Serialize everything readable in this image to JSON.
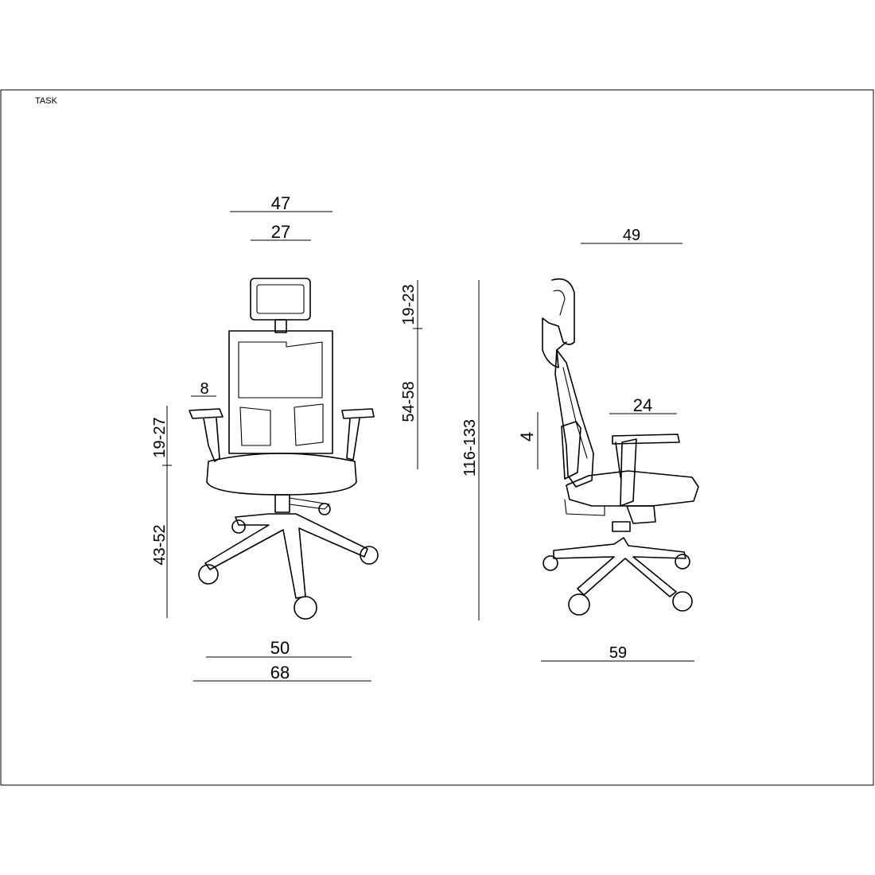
{
  "sheet": {
    "title": "TASK"
  },
  "front_view": {
    "dimensions": {
      "overall_width_top": "47",
      "headrest_width": "27",
      "armrest_width": "8",
      "armrest_height": "19-27",
      "seat_height": "43-52",
      "headrest_adjust": "19-23",
      "backrest_height": "54-58",
      "overall_height": "116-133",
      "seat_width": "50",
      "base_width": "68"
    }
  },
  "side_view": {
    "dimensions": {
      "depth_top": "49",
      "armrest_depth": "24",
      "lumbar_adjust": "4",
      "base_depth": "59"
    }
  }
}
